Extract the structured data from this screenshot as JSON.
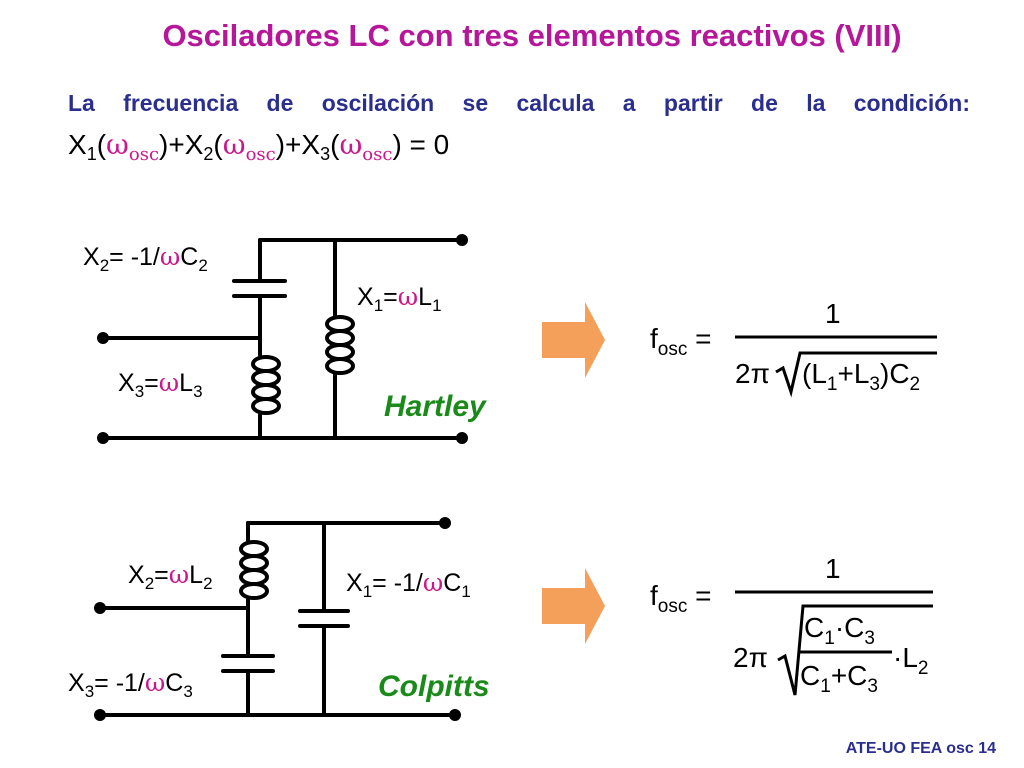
{
  "title": "Osciladores LC con tres elementos reactivos (VIII)",
  "intro": "La frecuencia de oscilación se calcula a partir de la condición:",
  "condition": {
    "x1": "X",
    "s1": "1",
    "p1": "(",
    "w1": "ω",
    "o1": "osc",
    "c1": ")+X",
    "s2": "2",
    "p2": "(",
    "w2": "ω",
    "o2": "osc",
    "c2": ")+X",
    "s3": "3",
    "p3": "(",
    "w3": "ω",
    "o3": "osc",
    "c3": ") = 0"
  },
  "hartley": {
    "name": "Hartley",
    "x2": {
      "a": "X",
      "s": "2",
      "b": "= -1/",
      "w": "ω",
      "c": "C",
      "cs": "2"
    },
    "x1": {
      "a": "X",
      "s": "1",
      "b": "=",
      "w": "ω",
      "c": "L",
      "cs": "1"
    },
    "x3": {
      "a": "X",
      "s": "3",
      "b": "=",
      "w": "ω",
      "c": "L",
      "cs": "3"
    },
    "formula": {
      "f": "f",
      "fs": "osc",
      "eq": "=",
      "num": "1",
      "twopi": "2π",
      "den": "(L",
      "d1": "1",
      "dp": "+L",
      "d3": "3",
      "dc": ")C",
      "d2": "2"
    }
  },
  "colpitts": {
    "name": "Colpitts",
    "x2": {
      "a": "X",
      "s": "2",
      "b": "=",
      "w": "ω",
      "c": "L",
      "cs": "2"
    },
    "x1": {
      "a": "X",
      "s": "1",
      "b": "= -1/",
      "w": "ω",
      "c": "C",
      "cs": "1"
    },
    "x3": {
      "a": "X",
      "s": "3",
      "b": "= -1/",
      "w": "ω",
      "c": "C",
      "cs": "3"
    },
    "formula": {
      "f": "f",
      "fs": "osc",
      "eq": "=",
      "num": "1",
      "twopi": "2π",
      "n1": "C",
      "n1s": "1",
      "dot": "·C",
      "n3s": "3",
      "m1": "C",
      "m1s": "1",
      "plus": "+C",
      "m3s": "3",
      "l": "·L",
      "ls": "2"
    }
  },
  "footer": "ATE-UO FEA osc 14",
  "colors": {
    "title": "#b5169a",
    "text": "#2a2e8e",
    "omega": "#c9198c",
    "names": "#1a8a1a",
    "arrow": "#f5a05a"
  }
}
